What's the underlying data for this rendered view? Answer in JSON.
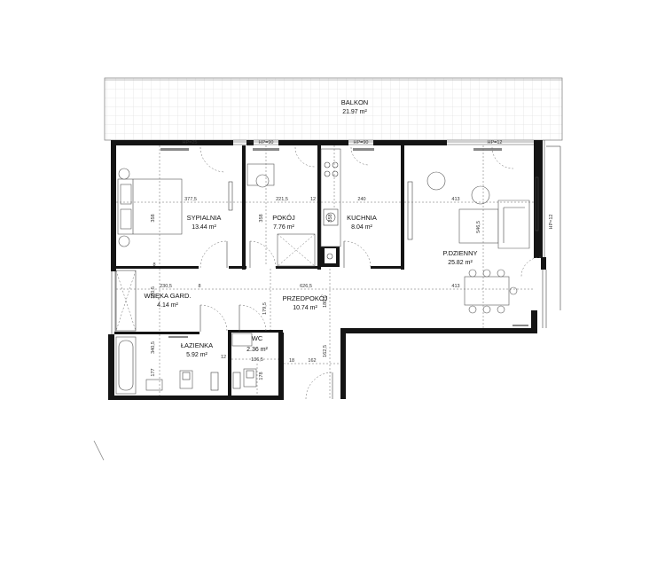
{
  "rooms": [
    {
      "id": "balkon",
      "name": "BALKON",
      "area": "21.97 m²"
    },
    {
      "id": "sypialnia",
      "name": "SYPIALNIA",
      "area": "13.44 m²"
    },
    {
      "id": "pokoj",
      "name": "POKÓJ",
      "area": "7.76 m²"
    },
    {
      "id": "kuchnia",
      "name": "KUCHNIA",
      "area": "8.04 m²"
    },
    {
      "id": "pdzienny",
      "name": "P.DZIENNY",
      "area": "25.82 m²"
    },
    {
      "id": "wneka",
      "name": "WNĘKA GARD.",
      "area": "4.14 m²"
    },
    {
      "id": "przedpokoj",
      "name": "PRZEDPOKÓJ",
      "area": "10.74 m²"
    },
    {
      "id": "lazienka",
      "name": "ŁAZIENKA",
      "area": "5.92 m²"
    },
    {
      "id": "wc",
      "name": "WC",
      "area": "2.36 m²"
    }
  ],
  "dimensions": {
    "syp_width": "377,5",
    "syp_depth": "358",
    "pok_width": "221,5",
    "pok_depth": "358",
    "kuch_width": "240",
    "kuch_side": "12",
    "kuch_depth": "358",
    "pdz_width": "413",
    "pdz_depth": "546,5",
    "pdz_lower": "413",
    "wneka_width": "230,5",
    "wneka_depth": "180,5",
    "wneka_small": "8",
    "przed_width": "626,5",
    "przed_h1": "179,5",
    "przed_h2": "180,5",
    "przed_h3": "162,5",
    "przed_w2": "162",
    "przed_small": "18",
    "laz_depth": "340,5",
    "laz_inner": "177",
    "laz_small": "12",
    "wc_width": "136,5",
    "wc_depth": "178"
  },
  "windows": [
    "HP=25",
    "HP=90",
    "HP=90",
    "HP=12",
    "HP=12"
  ]
}
